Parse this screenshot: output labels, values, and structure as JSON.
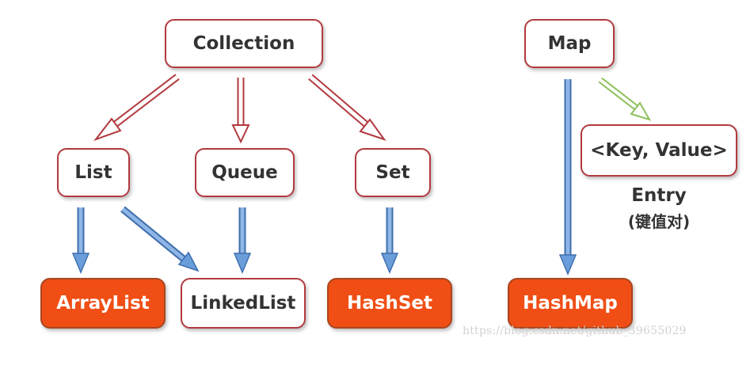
{
  "nodes": {
    "collection": "Collection",
    "list": "List",
    "queue": "Queue",
    "set": "Set",
    "arraylist": "ArrayList",
    "linkedlist": "LinkedList",
    "hashset": "HashSet",
    "map": "Map",
    "key_value": "<Key, Value>",
    "hashmap": "HashMap"
  },
  "entry_label": "Entry",
  "entry_sublabel": "(键值对)",
  "watermark": "https://blog.csdn.net/github_39655029",
  "colors": {
    "interface_border": "#b23a3f",
    "implementation_fill": "#f04e15",
    "extends_arrow": "#b23a3f",
    "implements_arrow": "#5b8fd0",
    "entry_arrow": "#8dc05a"
  }
}
